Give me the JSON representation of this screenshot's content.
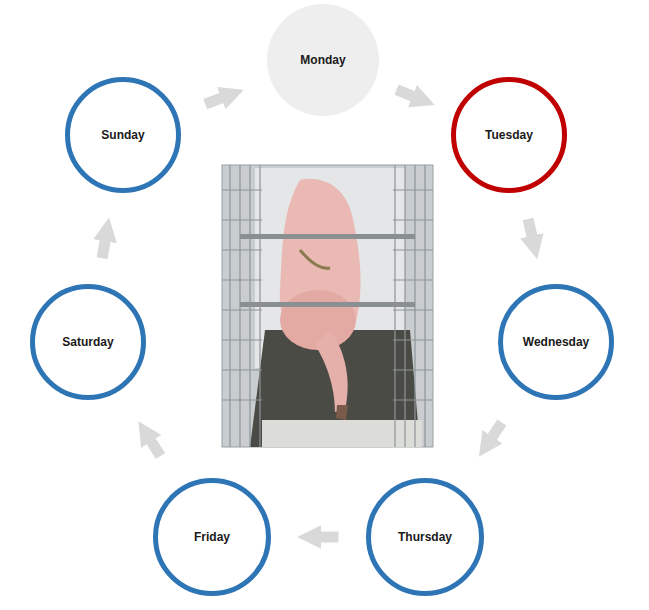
{
  "diagram": {
    "nodes": [
      {
        "text": [
          "Monday"
        ]
      },
      {
        "text": [
          "Tuesday"
        ]
      },
      {
        "text": [
          "Wednesday"
        ]
      },
      {
        "text": [
          "Thursday"
        ]
      },
      {
        "text": [
          "Friday"
        ]
      },
      {
        "text": [
          "Saturday"
        ]
      },
      {
        "text": [
          "Sunday"
        ]
      }
    ],
    "edges": [
      {
        "from": 0,
        "to": 1,
        "arrow": "to"
      },
      {
        "from": 1,
        "to": 2,
        "arrow": "to"
      },
      {
        "from": 2,
        "to": 3,
        "arrow": "to"
      },
      {
        "from": 3,
        "to": 4,
        "arrow": "to"
      },
      {
        "from": 4,
        "to": 5,
        "arrow": "to"
      },
      {
        "from": 5,
        "to": 6,
        "arrow": "to"
      },
      {
        "from": 6,
        "to": 0,
        "arrow": "to"
      }
    ]
  }
}
